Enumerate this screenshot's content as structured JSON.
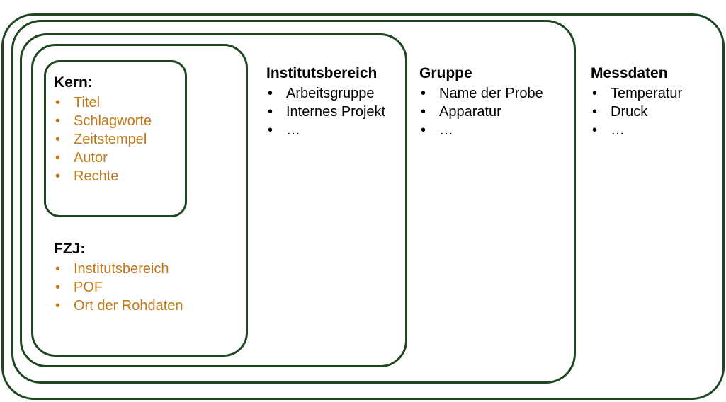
{
  "diagram": {
    "title_visible": false,
    "colors": {
      "ring_stroke": "#1e4620",
      "inner_text": "#c07818",
      "outer_text": "#000000",
      "background": "#ffffff"
    },
    "groups": [
      {
        "id": "kern",
        "heading": "Kern:",
        "text_color": "#c07818",
        "items": [
          "Titel",
          "Schlagworte",
          "Zeitstempel",
          "Autor",
          "Rechte"
        ]
      },
      {
        "id": "fzj",
        "heading": "FZJ:",
        "text_color": "#c07818",
        "items": [
          "Institutsbereich",
          "POF",
          "Ort der Rohdaten"
        ]
      },
      {
        "id": "institutsbereich",
        "heading": "Institutsbereich",
        "text_color": "#000000",
        "items": [
          "Arbeitsgruppe",
          "Internes Projekt",
          "…"
        ]
      },
      {
        "id": "gruppe",
        "heading": "Gruppe",
        "text_color": "#000000",
        "items": [
          "Name der Probe",
          "Apparatur",
          "…"
        ]
      },
      {
        "id": "messdaten",
        "heading": "Messdaten",
        "text_color": "#000000",
        "items": [
          "Temperatur",
          "Druck",
          "…"
        ]
      }
    ],
    "bullet_glyph": "•",
    "ring_count": 5
  }
}
